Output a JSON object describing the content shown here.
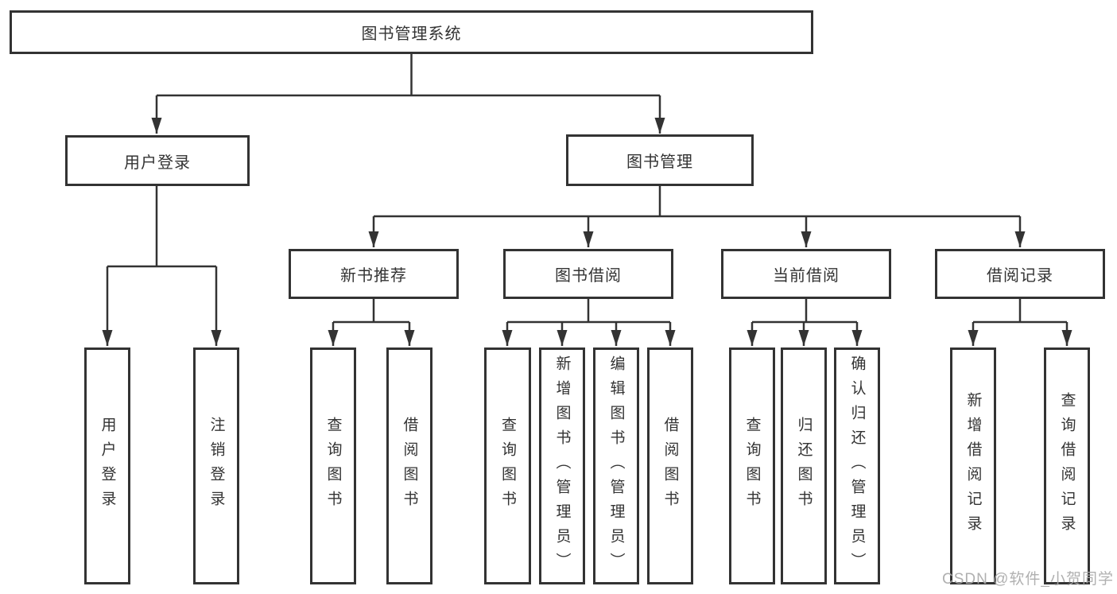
{
  "diagram": {
    "root": {
      "label": "图书管理系统"
    },
    "branches": [
      {
        "label": "用户登录",
        "children": [
          {
            "label": "用户登录"
          },
          {
            "label": "注销登录"
          }
        ]
      },
      {
        "label": "图书管理",
        "children": [
          {
            "label": "新书推荐",
            "children": [
              {
                "label": "查询图书"
              },
              {
                "label": "借阅图书"
              }
            ]
          },
          {
            "label": "图书借阅",
            "children": [
              {
                "label": "查询图书"
              },
              {
                "label": "新增图书（管理员）"
              },
              {
                "label": "编辑图书（管理员）"
              },
              {
                "label": "借阅图书"
              }
            ]
          },
          {
            "label": "当前借阅",
            "children": [
              {
                "label": "查询图书"
              },
              {
                "label": "归还图书"
              },
              {
                "label": "确认归还（管理员）"
              }
            ]
          },
          {
            "label": "借阅记录",
            "children": [
              {
                "label": "新增借阅记录"
              },
              {
                "label": "查询借阅记录"
              }
            ]
          }
        ]
      }
    ]
  },
  "watermark": {
    "text": "CSDN @软件_小贺同学"
  },
  "colors": {
    "line": "#333333",
    "text": "#333333",
    "box_background": "#ffffff",
    "watermark": "#aaaaaa",
    "background": "#ffffff"
  }
}
